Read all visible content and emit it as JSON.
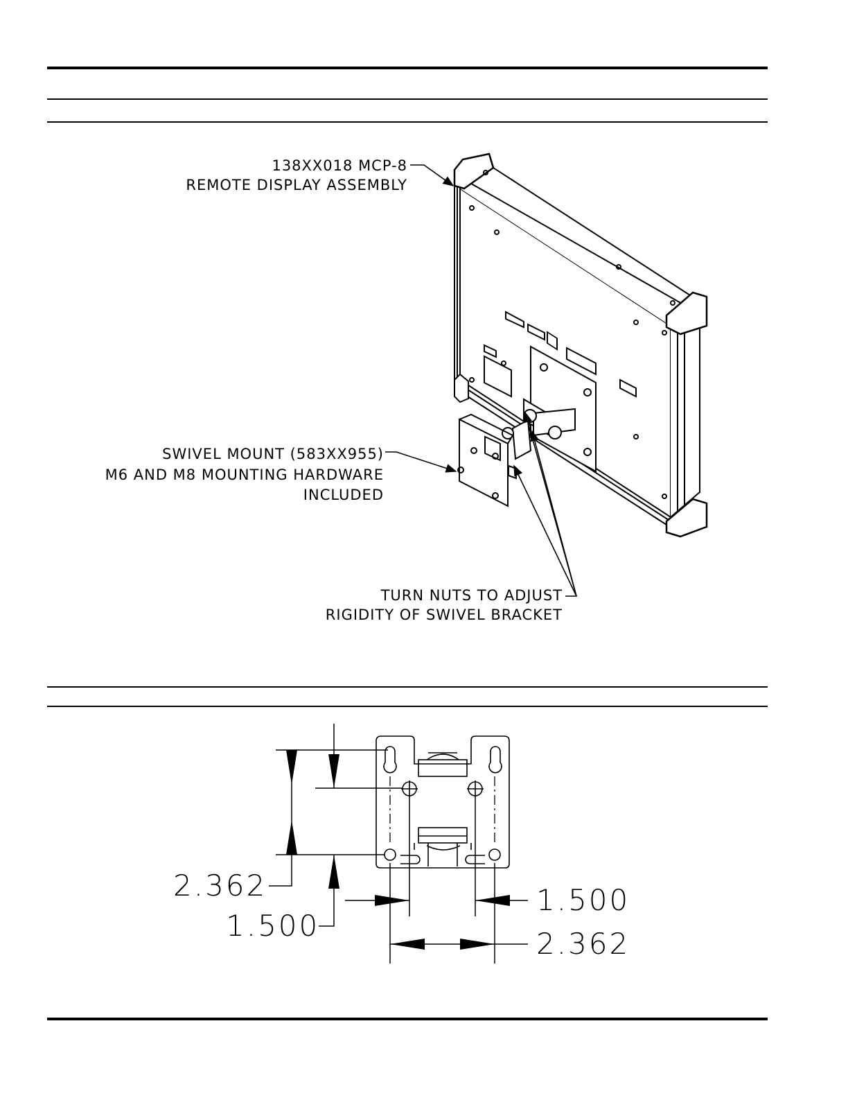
{
  "figure1": {
    "callouts": {
      "display_assembly": [
        "138XX018 MCP-8",
        "REMOTE DISPLAY ASSEMBLY"
      ],
      "swivel_mount": [
        "SWIVEL MOUNT (583XX955)",
        "M6 AND M8 MOUNTING HARDWARE",
        "INCLUDED"
      ],
      "turn_nuts": [
        "TURN NUTS TO ADJUST",
        "RIGIDITY OF SWIVEL BRACKET"
      ]
    }
  },
  "figure2": {
    "dimensions": {
      "left_outer": "2.362",
      "left_inner": "1.500",
      "right_inner": "1.500",
      "bottom_outer": "2.362"
    }
  }
}
